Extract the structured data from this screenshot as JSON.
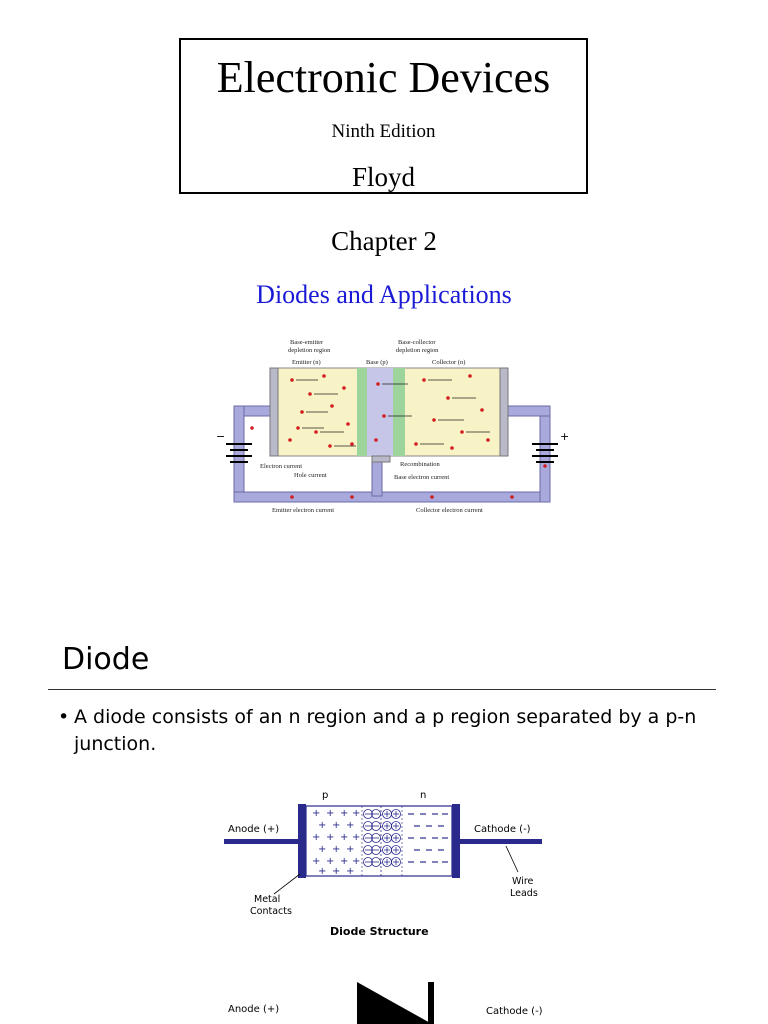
{
  "slide1": {
    "title": "Electronic Devices",
    "edition": "Ninth Edition",
    "author": "Floyd",
    "chapter": "Chapter 2",
    "subtitle": "Diodes and Applications",
    "colors": {
      "subtitle": "#1a1ad6"
    },
    "transistor_figure": {
      "label_be_depletion": [
        "Base-emitter",
        "depletion region"
      ],
      "label_bc_depletion": [
        "Base-collector",
        "depletion region"
      ],
      "label_emitter": "Emitter (n)",
      "label_base": "Base (p)",
      "label_collector": "Collector (n)",
      "label_electron_current": "Electron current",
      "label_hole_current": "Hole current",
      "label_recombination": "Recombination",
      "label_base_electron_current": "Base electron current",
      "label_emitter_electron_current": "Emitter electron current",
      "label_collector_electron_current": "Collector electron current",
      "minus": "−",
      "plus": "+"
    }
  },
  "slide2": {
    "title": "Diode",
    "bullet": "A diode consists of an n region and a p region separated by a p-n junction.",
    "structure_figure": {
      "label_p": "p",
      "label_n": "n",
      "label_anode": "Anode (+)",
      "label_cathode": "Cathode (-)",
      "label_metal_contacts": [
        "Metal",
        "Contacts"
      ],
      "label_wire_leads": [
        "Wire",
        "Leads"
      ],
      "caption": "Diode Structure"
    },
    "symbol_figure": {
      "label_anode": "Anode (+)",
      "label_cathode": "Cathode (-)"
    }
  }
}
